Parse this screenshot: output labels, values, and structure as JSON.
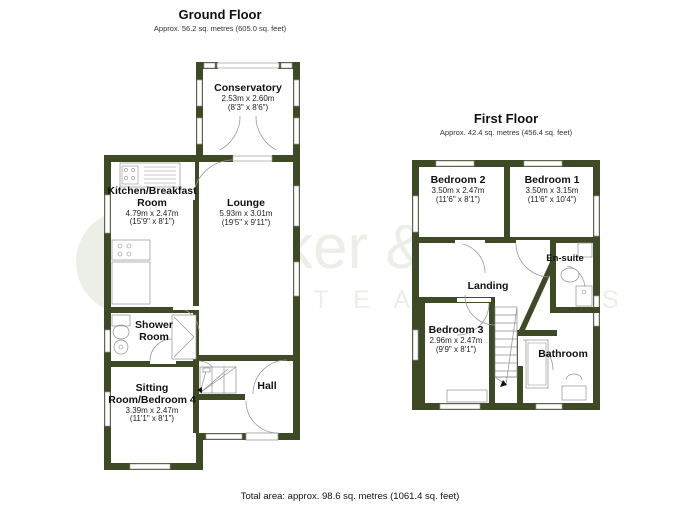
{
  "document": {
    "type": "floor-plan",
    "footer": "Total area: approx. 98.6 sq. metres (1061.4 sq. feet)"
  },
  "watermark": {
    "brand": "Walker & Lewis",
    "tagline": "E S T A T E   A G E N T S",
    "color": "#e8e9e4"
  },
  "colors": {
    "wall": "#3d4a25",
    "wall_light": "#55633a",
    "fixture_line": "#8a8a8a",
    "text": "#111111",
    "background": "#ffffff"
  },
  "floors": [
    {
      "id": "ground",
      "title": "Ground Floor",
      "subtitle": "Approx. 56.2 sq. metres (605.0 sq. feet)",
      "rooms": [
        {
          "id": "conservatory",
          "name": "Conservatory",
          "dim_metric": "2.53m x 2.60m",
          "dim_imperial": "(8'3\" x 8'6\")"
        },
        {
          "id": "kitchen-breakfast-room",
          "name_line1": "Kitchen/Breakfast",
          "name_line2": "Room",
          "dim_metric": "4.79m x 2.47m",
          "dim_imperial": "(15'9\" x 8'1\")"
        },
        {
          "id": "lounge",
          "name": "Lounge",
          "dim_metric": "5.93m x 3.01m",
          "dim_imperial": "(19'5\" x 9'11\")"
        },
        {
          "id": "shower-room",
          "name_line1": "Shower",
          "name_line2": "Room",
          "dim_metric": "",
          "dim_imperial": ""
        },
        {
          "id": "sitting-room-bedroom-4",
          "name_line1": "Sitting",
          "name_line2": "Room/Bedroom 4",
          "dim_metric": "3.39m x 2.47m",
          "dim_imperial": "(11'1\" x 8'1\")"
        },
        {
          "id": "hall",
          "name": "Hall",
          "dim_metric": "",
          "dim_imperial": ""
        }
      ]
    },
    {
      "id": "first",
      "title": "First Floor",
      "subtitle": "Approx. 42.4 sq. metres (456.4 sq. feet)",
      "rooms": [
        {
          "id": "bedroom-2",
          "name": "Bedroom 2",
          "dim_metric": "3.50m x 2.47m",
          "dim_imperial": "(11'6\" x 8'1\")"
        },
        {
          "id": "bedroom-1",
          "name": "Bedroom 1",
          "dim_metric": "3.50m x 3.15m",
          "dim_imperial": "(11'6\" x 10'4\")"
        },
        {
          "id": "en-suite",
          "name": "En-suite",
          "dim_metric": "",
          "dim_imperial": ""
        },
        {
          "id": "landing",
          "name": "Landing",
          "dim_metric": "",
          "dim_imperial": ""
        },
        {
          "id": "bedroom-3",
          "name": "Bedroom 3",
          "dim_metric": "2.96m x 2.47m",
          "dim_imperial": "(9'9\" x 8'1\")"
        },
        {
          "id": "bathroom",
          "name": "Bathroom",
          "dim_metric": "",
          "dim_imperial": ""
        }
      ]
    }
  ]
}
